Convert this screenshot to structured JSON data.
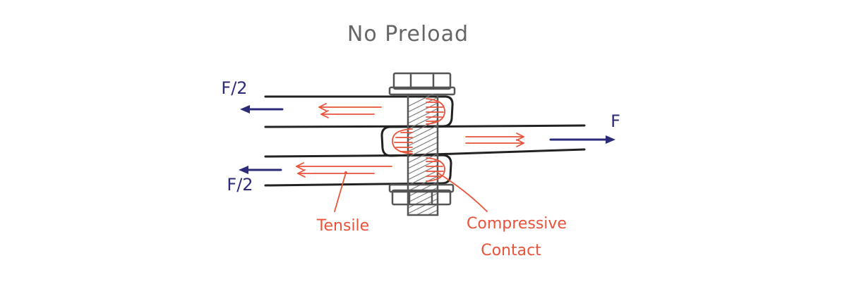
{
  "title": "No Preload",
  "forces": {
    "top_left": "F/2",
    "bottom_left": "F/2",
    "right": "F"
  },
  "labels": {
    "tensile": "Tensile",
    "compressive_line1": "Compressive",
    "compressive_line2": "Contact"
  },
  "colors": {
    "annotation": "#e8533a",
    "force_arrow": "#2b2b7a",
    "outline": "#222222",
    "bolt": "#555555"
  }
}
